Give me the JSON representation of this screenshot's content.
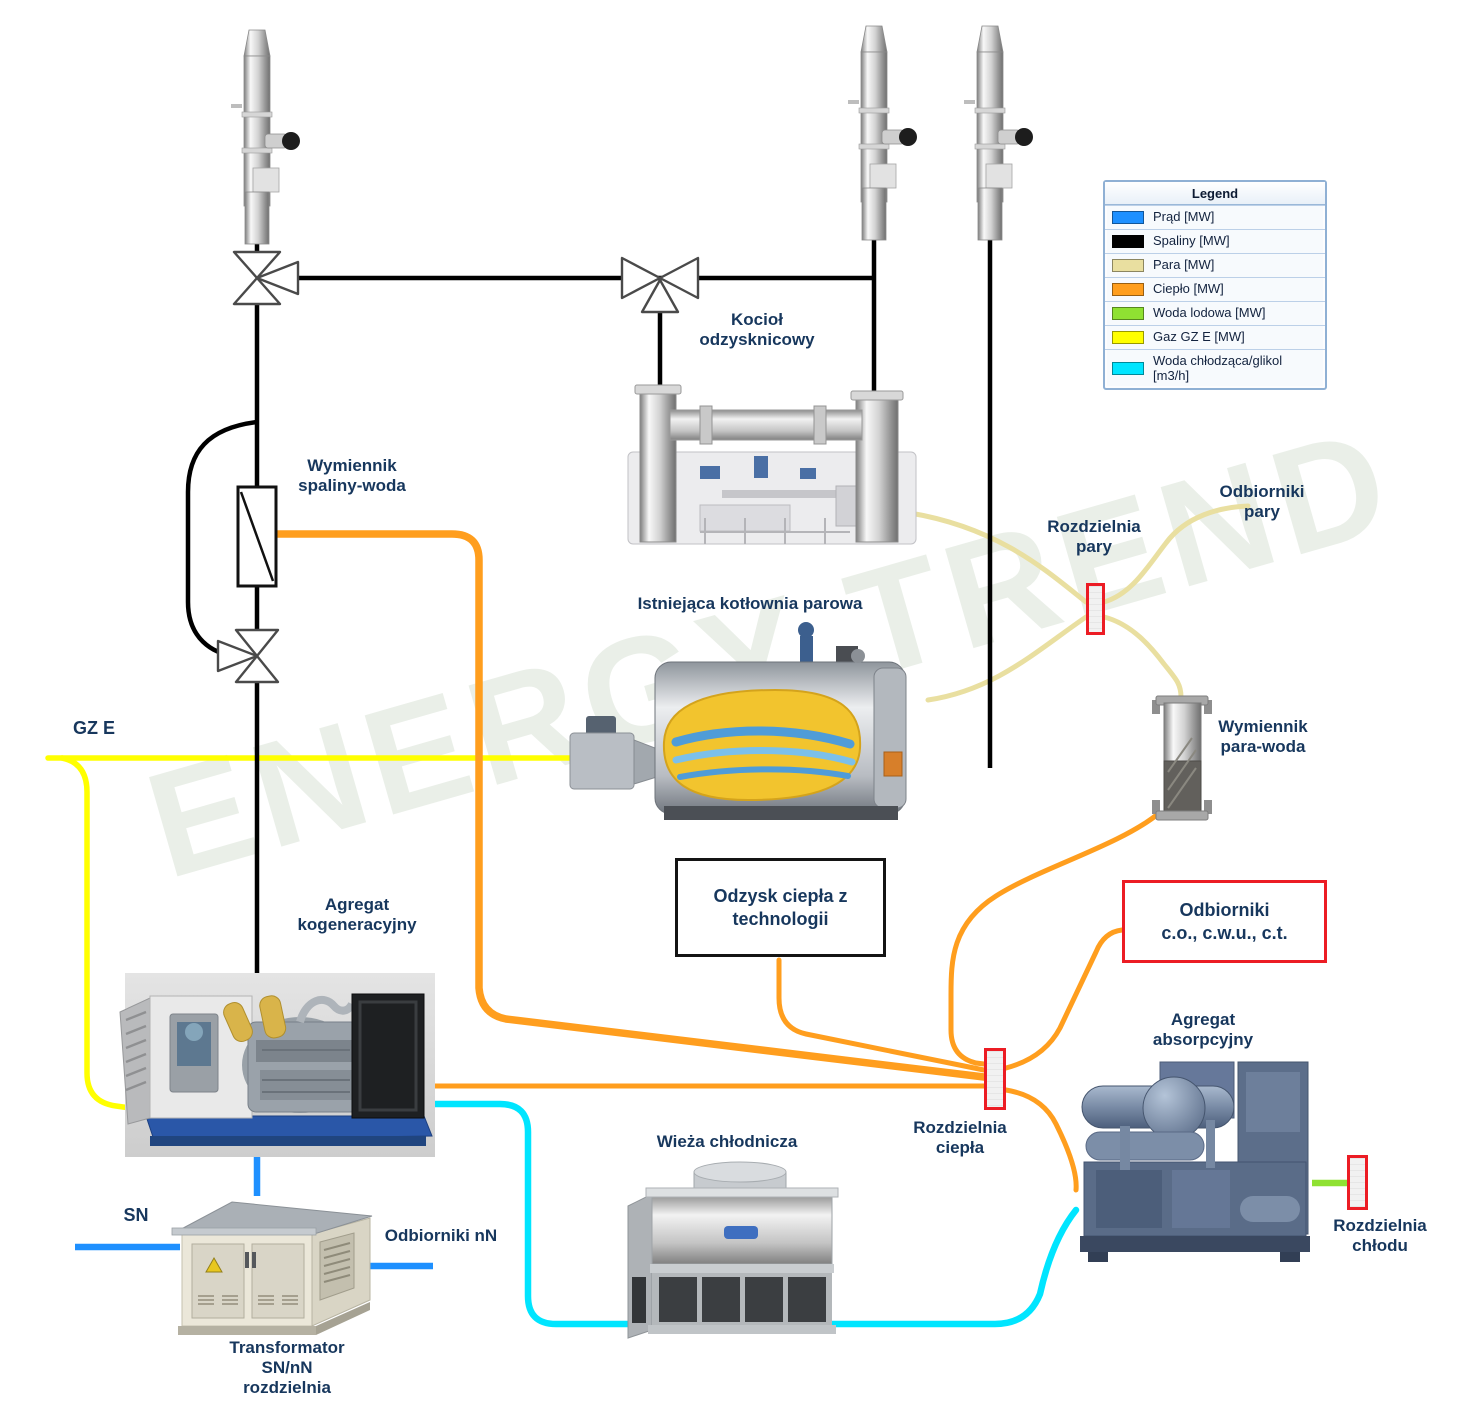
{
  "watermark": "ENERGY TREND",
  "colors": {
    "prad": "#1E90FF",
    "spaliny": "#000000",
    "para": "#E9DFA0",
    "cieplo": "#FF9E1E",
    "lodowa": "#8FE132",
    "gaz": "#FFFF00",
    "chlodzaca": "#00E5FF",
    "label": "#17375D",
    "redbox": "#EC1C24"
  },
  "legend": {
    "title": "Legend",
    "items": [
      {
        "label": "Prąd [MW]",
        "color": "#1E90FF"
      },
      {
        "label": "Spaliny [MW]",
        "color": "#000000"
      },
      {
        "label": "Para [MW]",
        "color": "#E9DFA0"
      },
      {
        "label": "Ciepło [MW]",
        "color": "#FF9E1E"
      },
      {
        "label": "Woda lodowa [MW]",
        "color": "#8FE132"
      },
      {
        "label": "Gaz GZ E [MW]",
        "color": "#FFFF00"
      },
      {
        "label": "Woda chłodząca/glikol\n[m3/h]",
        "color": "#00E5FF"
      }
    ]
  },
  "labels": {
    "kociol": "Kocioł\nodzysknicowy",
    "wymiennik_spaliny_woda": "Wymiennik\nspaliny-woda",
    "istniejaca": "Istniejąca kotłownia parowa",
    "rozdzielnia_pary": "Rozdzielnia\npary",
    "odbiorniki_pary": "Odbiorniki\npary",
    "wymiennik_para_woda": "Wymiennik\npara-woda",
    "odzysk": "Odzysk ciepła z\ntechnologii",
    "odbiorniki_co": "Odbiorniki\nc.o., c.w.u., c.t.",
    "gze": "GZ E",
    "agregat_kogeneracyjny": "Agregat\nkogeneracyjny",
    "sn": "SN",
    "odbiorniki_nn": "Odbiorniki nN",
    "transformator": "Transformator\nSN/nN\nrozdzielnia",
    "wieza": "Wieża chłodnicza",
    "rozdzielnia_ciepla": "Rozdzielnia\nciepła",
    "agregat_absorpcyjny": "Agregat\nabsorpcyjny",
    "rozdzielnia_chlodu": "Rozdzielnia\nchłodu"
  }
}
